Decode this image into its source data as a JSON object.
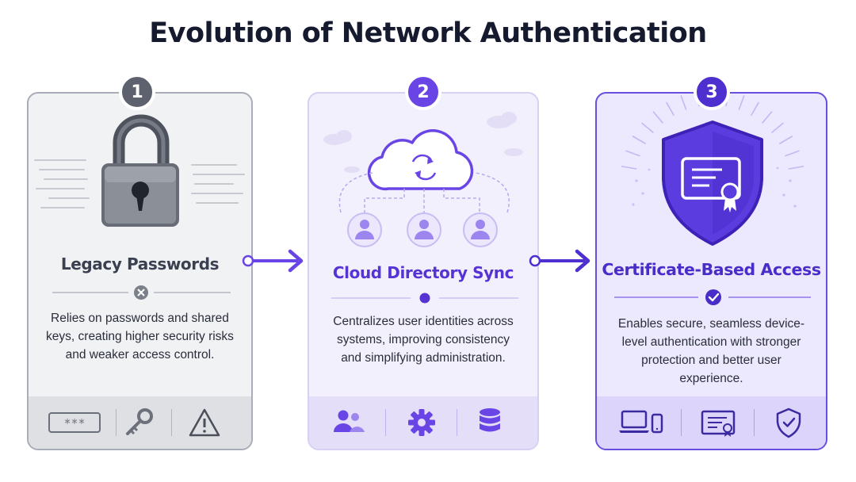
{
  "title": "Evolution of Network Authentication",
  "steps": [
    {
      "number": "1",
      "title": "Legacy Passwords",
      "status_icon": "x-circle-icon",
      "description": "Relies on passwords and shared keys, creating higher security risks and weaker access control.",
      "illustration": "padlock-icon",
      "footer_icons": [
        "password-field-icon",
        "key-icon",
        "warning-icon"
      ],
      "footer_mask": "***"
    },
    {
      "number": "2",
      "title": "Cloud Directory Sync",
      "status_icon": "dot-icon",
      "description": "Centralizes user identities across systems, improving consistency and simplifying administration.",
      "illustration": "cloud-sync-icon",
      "footer_icons": [
        "users-icon",
        "gear-icon",
        "database-icon"
      ]
    },
    {
      "number": "3",
      "title": "Certificate-Based Access",
      "status_icon": "check-circle-icon",
      "description": "Enables secure, seamless device-level authentication with stronger protection and better user experience.",
      "illustration": "shield-certificate-icon",
      "footer_icons": [
        "devices-icon",
        "certificate-icon",
        "shield-check-icon"
      ]
    }
  ],
  "colors": {
    "legacy": "#5d626e",
    "cloud": "#6a45e6",
    "certificate": "#4e2fd0",
    "arrow": "#6a45e6"
  }
}
